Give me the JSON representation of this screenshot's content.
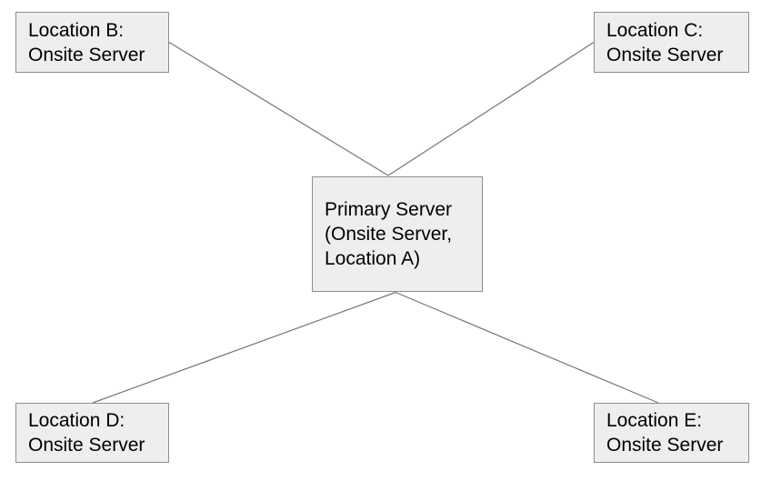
{
  "diagram": {
    "type": "network-topology",
    "nodes": {
      "b": {
        "id": "location-b",
        "label": "Location B:\nOnsite Server"
      },
      "c": {
        "id": "location-c",
        "label": "Location C:\nOnsite Server"
      },
      "primary": {
        "id": "primary",
        "label": "Primary Server\n(Onsite Server,\nLocation A)"
      },
      "d": {
        "id": "location-d",
        "label": "Location D:\nOnsite Server"
      },
      "e": {
        "id": "location-e",
        "label": "Location E:\nOnsite Server"
      }
    },
    "edges": [
      {
        "from": "location-b",
        "to": "primary"
      },
      {
        "from": "location-c",
        "to": "primary"
      },
      {
        "from": "primary",
        "to": "location-d"
      },
      {
        "from": "primary",
        "to": "location-e"
      }
    ]
  },
  "colors": {
    "background": "#ffffff",
    "node_fill": "#eeeeee",
    "node_border": "#8e8e8e",
    "connector": "#757575",
    "text": "#000000"
  }
}
